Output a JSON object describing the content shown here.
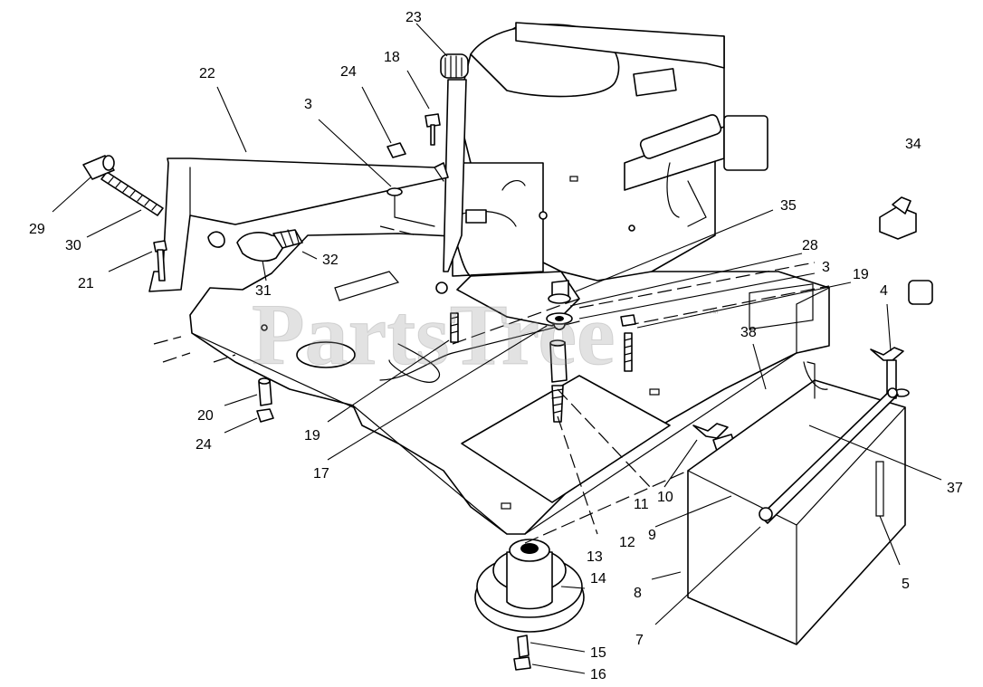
{
  "watermark": {
    "text": "PartsTree",
    "trademark": "™"
  },
  "callouts": [
    {
      "id": "c3a",
      "label": "3"
    },
    {
      "id": "c3b",
      "label": "3"
    },
    {
      "id": "c4",
      "label": "4"
    },
    {
      "id": "c5",
      "label": "5"
    },
    {
      "id": "c7",
      "label": "7"
    },
    {
      "id": "c8",
      "label": "8"
    },
    {
      "id": "c9",
      "label": "9"
    },
    {
      "id": "c10",
      "label": "10"
    },
    {
      "id": "c11",
      "label": "11"
    },
    {
      "id": "c12",
      "label": "12"
    },
    {
      "id": "c13",
      "label": "13"
    },
    {
      "id": "c14",
      "label": "14"
    },
    {
      "id": "c15",
      "label": "15"
    },
    {
      "id": "c16",
      "label": "16"
    },
    {
      "id": "c17",
      "label": "17"
    },
    {
      "id": "c18",
      "label": "18"
    },
    {
      "id": "c19a",
      "label": "19"
    },
    {
      "id": "c19b",
      "label": "19"
    },
    {
      "id": "c20",
      "label": "20"
    },
    {
      "id": "c21",
      "label": "21"
    },
    {
      "id": "c22",
      "label": "22"
    },
    {
      "id": "c23",
      "label": "23"
    },
    {
      "id": "c24a",
      "label": "24"
    },
    {
      "id": "c24b",
      "label": "24"
    },
    {
      "id": "c28",
      "label": "28"
    },
    {
      "id": "c29",
      "label": "29"
    },
    {
      "id": "c30",
      "label": "30"
    },
    {
      "id": "c31",
      "label": "31"
    },
    {
      "id": "c32",
      "label": "32"
    },
    {
      "id": "c34",
      "label": "34"
    },
    {
      "id": "c35",
      "label": "35"
    },
    {
      "id": "c37",
      "label": "37"
    },
    {
      "id": "c38",
      "label": "38"
    }
  ]
}
